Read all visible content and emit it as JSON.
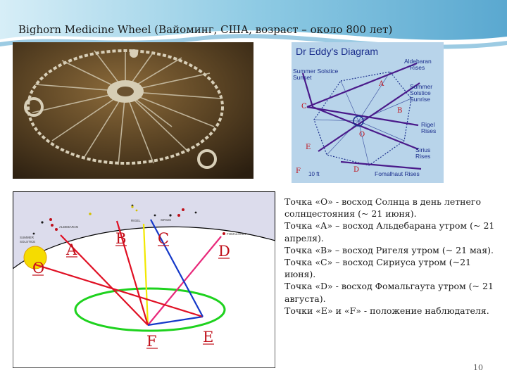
{
  "slide": {
    "title": "Bighorn Medicine Wheel (Вайоминг, США, возраст – около 800 лет)",
    "page_number": "10"
  },
  "diagram": {
    "title": "Dr Eddy's Diagram",
    "labels": {
      "summer_sunset": "Summer Solstice\nSunset",
      "aldebaran": "Aldebaran\nRises",
      "summer_sunrise": "Summer\nSolstice\nSunrise",
      "rigel": "Rigel\nRises",
      "sirius": "Sirius\nRises",
      "fomalhaut": "Fomalhaut Rises",
      "scale": "10 ft"
    },
    "letters": [
      "A",
      "B",
      "C",
      "D",
      "E",
      "F",
      "O"
    ]
  },
  "sky": {
    "letters": {
      "A": "A",
      "B": "B",
      "C": "C",
      "D": "D",
      "E": "E",
      "F": "F",
      "O": "O"
    }
  },
  "description": {
    "lines": [
      "Точка «О» - восход Солнца в день летнего солнцестояния (~ 21 июня).",
      "Точка «А» – восход Альдебарана утром (~ 21 апреля).",
      "Точка «В» – восход Ригеля утром (~ 21 мая).",
      "Точка «С» – восход Сириуса утром (~21 июня).",
      "Точка «D» - восход Фомальгаута утром (~ 21 августа).",
      "Точки «Е» и «F» - положение наблюдателя."
    ]
  },
  "colors": {
    "banner": "#7ec3e0",
    "sky_bg": "#dcdcec",
    "horizon_fill": "#ffffff",
    "red_lines": "#e01024",
    "blue_lines": "#1438c8",
    "yellow_line": "#f2e800",
    "magenta_line": "#e8287a",
    "ellipse": "#1ed21e",
    "sun": "#f5dc00",
    "letters": "#c0101a"
  }
}
